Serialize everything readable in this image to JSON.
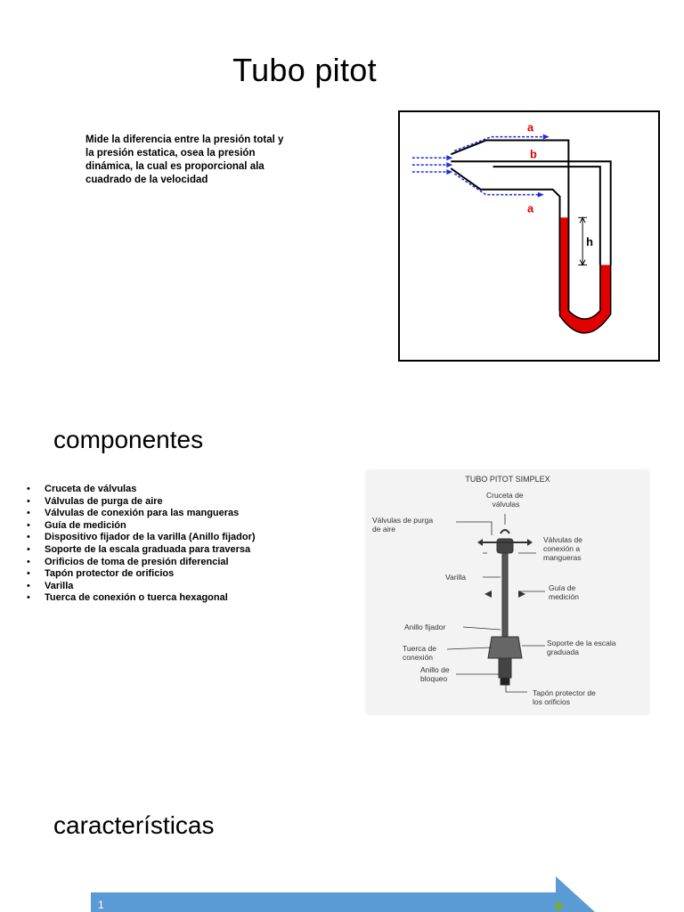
{
  "title": "Tubo pitot",
  "description": "Mide la diferencia entre la presión total y la presión estatica, osea la presión dinámica, la cual es proporcional ala cuadrado de la velocidad",
  "pitot_diagram": {
    "label_a_top": "a",
    "label_b": "b",
    "label_a_bottom": "a",
    "label_h": "h",
    "colors": {
      "liquid": "#e00000",
      "flow": "#1a2ad8",
      "label": "#e00000"
    }
  },
  "componentes_heading": "componentes",
  "components": [
    "Cruceta de válvulas",
    "Válvulas de purga de aire",
    "Válvulas de conexión para las mangueras",
    "Guía de medición",
    "Dispositivo fijador de la varilla (Anillo fijador)",
    "Soporte de la escala graduada para traversa",
    "Orificios de toma de presión diferencial",
    "Tapón protector de orificios",
    "Varilla",
    "Tuerca de conexión o tuerca hexagonal"
  ],
  "simplex_diagram": {
    "title": "TUBO PITOT SIMPLEX",
    "cruceta_1": "Cruceta de",
    "cruceta_2": "válvulas",
    "purga_1": "Válvulas de purga",
    "purga_2": "de aire",
    "conexion_1": "Válvulas de",
    "conexion_2": "conexión a",
    "conexion_3": "mangueras",
    "varilla": "Varilla",
    "guia_1": "Guía de",
    "guia_2": "medición",
    "anillo_fijador": "Anillo fijador",
    "tuerca_1": "Tuerca de",
    "tuerca_2": "conexión",
    "soporte_1": "Soporte de la escala",
    "soporte_2": "graduada",
    "bloqueo_1": "Anillo de",
    "bloqueo_2": "bloqueo",
    "tapon_1": "Tapón protector de",
    "tapon_2": "los orificios"
  },
  "caracteristicas_heading": "características",
  "arrow_step": "1",
  "colors": {
    "arrow_fill": "#5b9bd5",
    "arrow_marker": "#70ad47"
  }
}
